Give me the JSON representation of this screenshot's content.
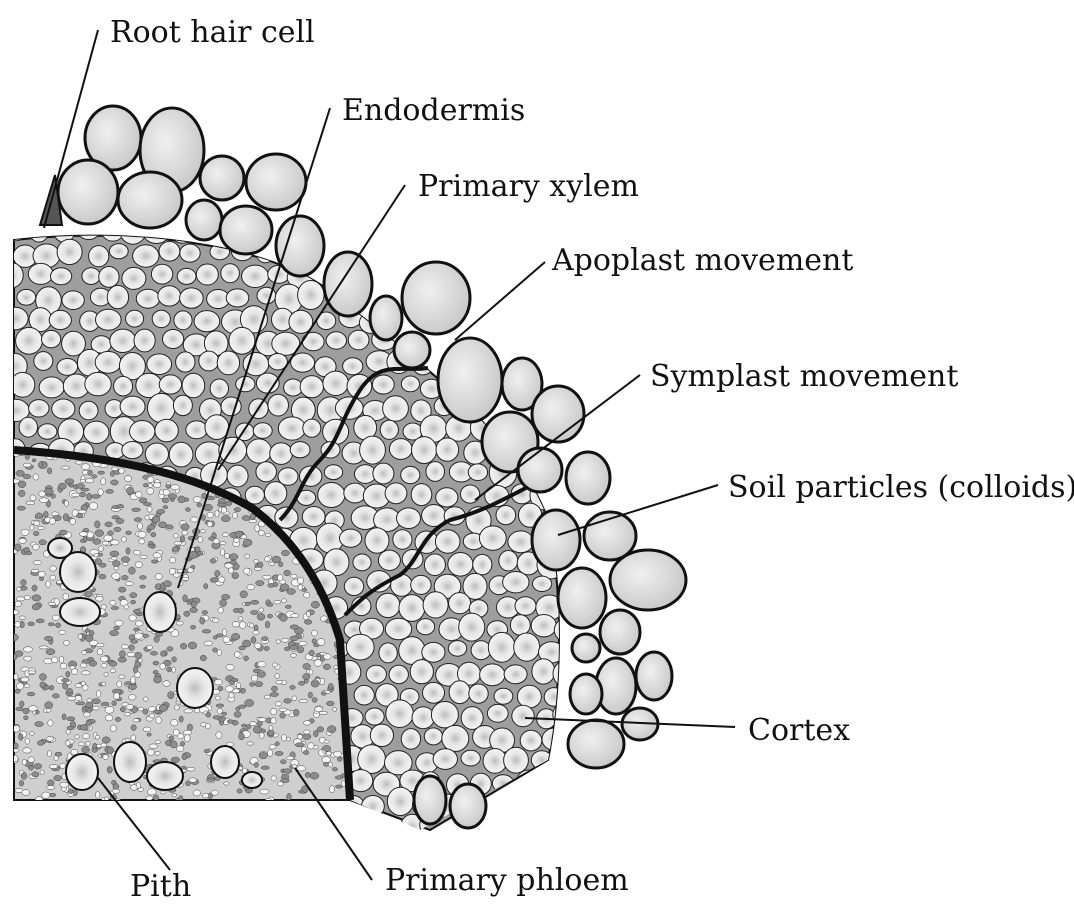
{
  "labels": {
    "root_hair_cell": "Root hair cell",
    "endodermis": "Endodermis",
    "primary_xylem": "Primary xylem",
    "apoplast_movement": "Apoplast movement",
    "symplast_movement": "Symplast movement",
    "soil_particles": "Soil particles (colloids)",
    "cortex": "Cortex",
    "pith": "Pith",
    "primary_phloem": "Primary phloem"
  },
  "colors": {
    "ink": "#111111",
    "tissue_fill": "#9e9e9e",
    "cell_fill": "#f2f2f2",
    "cell_core": "#c8c8c8",
    "soil_fill": "#dcdcdc",
    "pith_dot": "#8c8c8c"
  }
}
